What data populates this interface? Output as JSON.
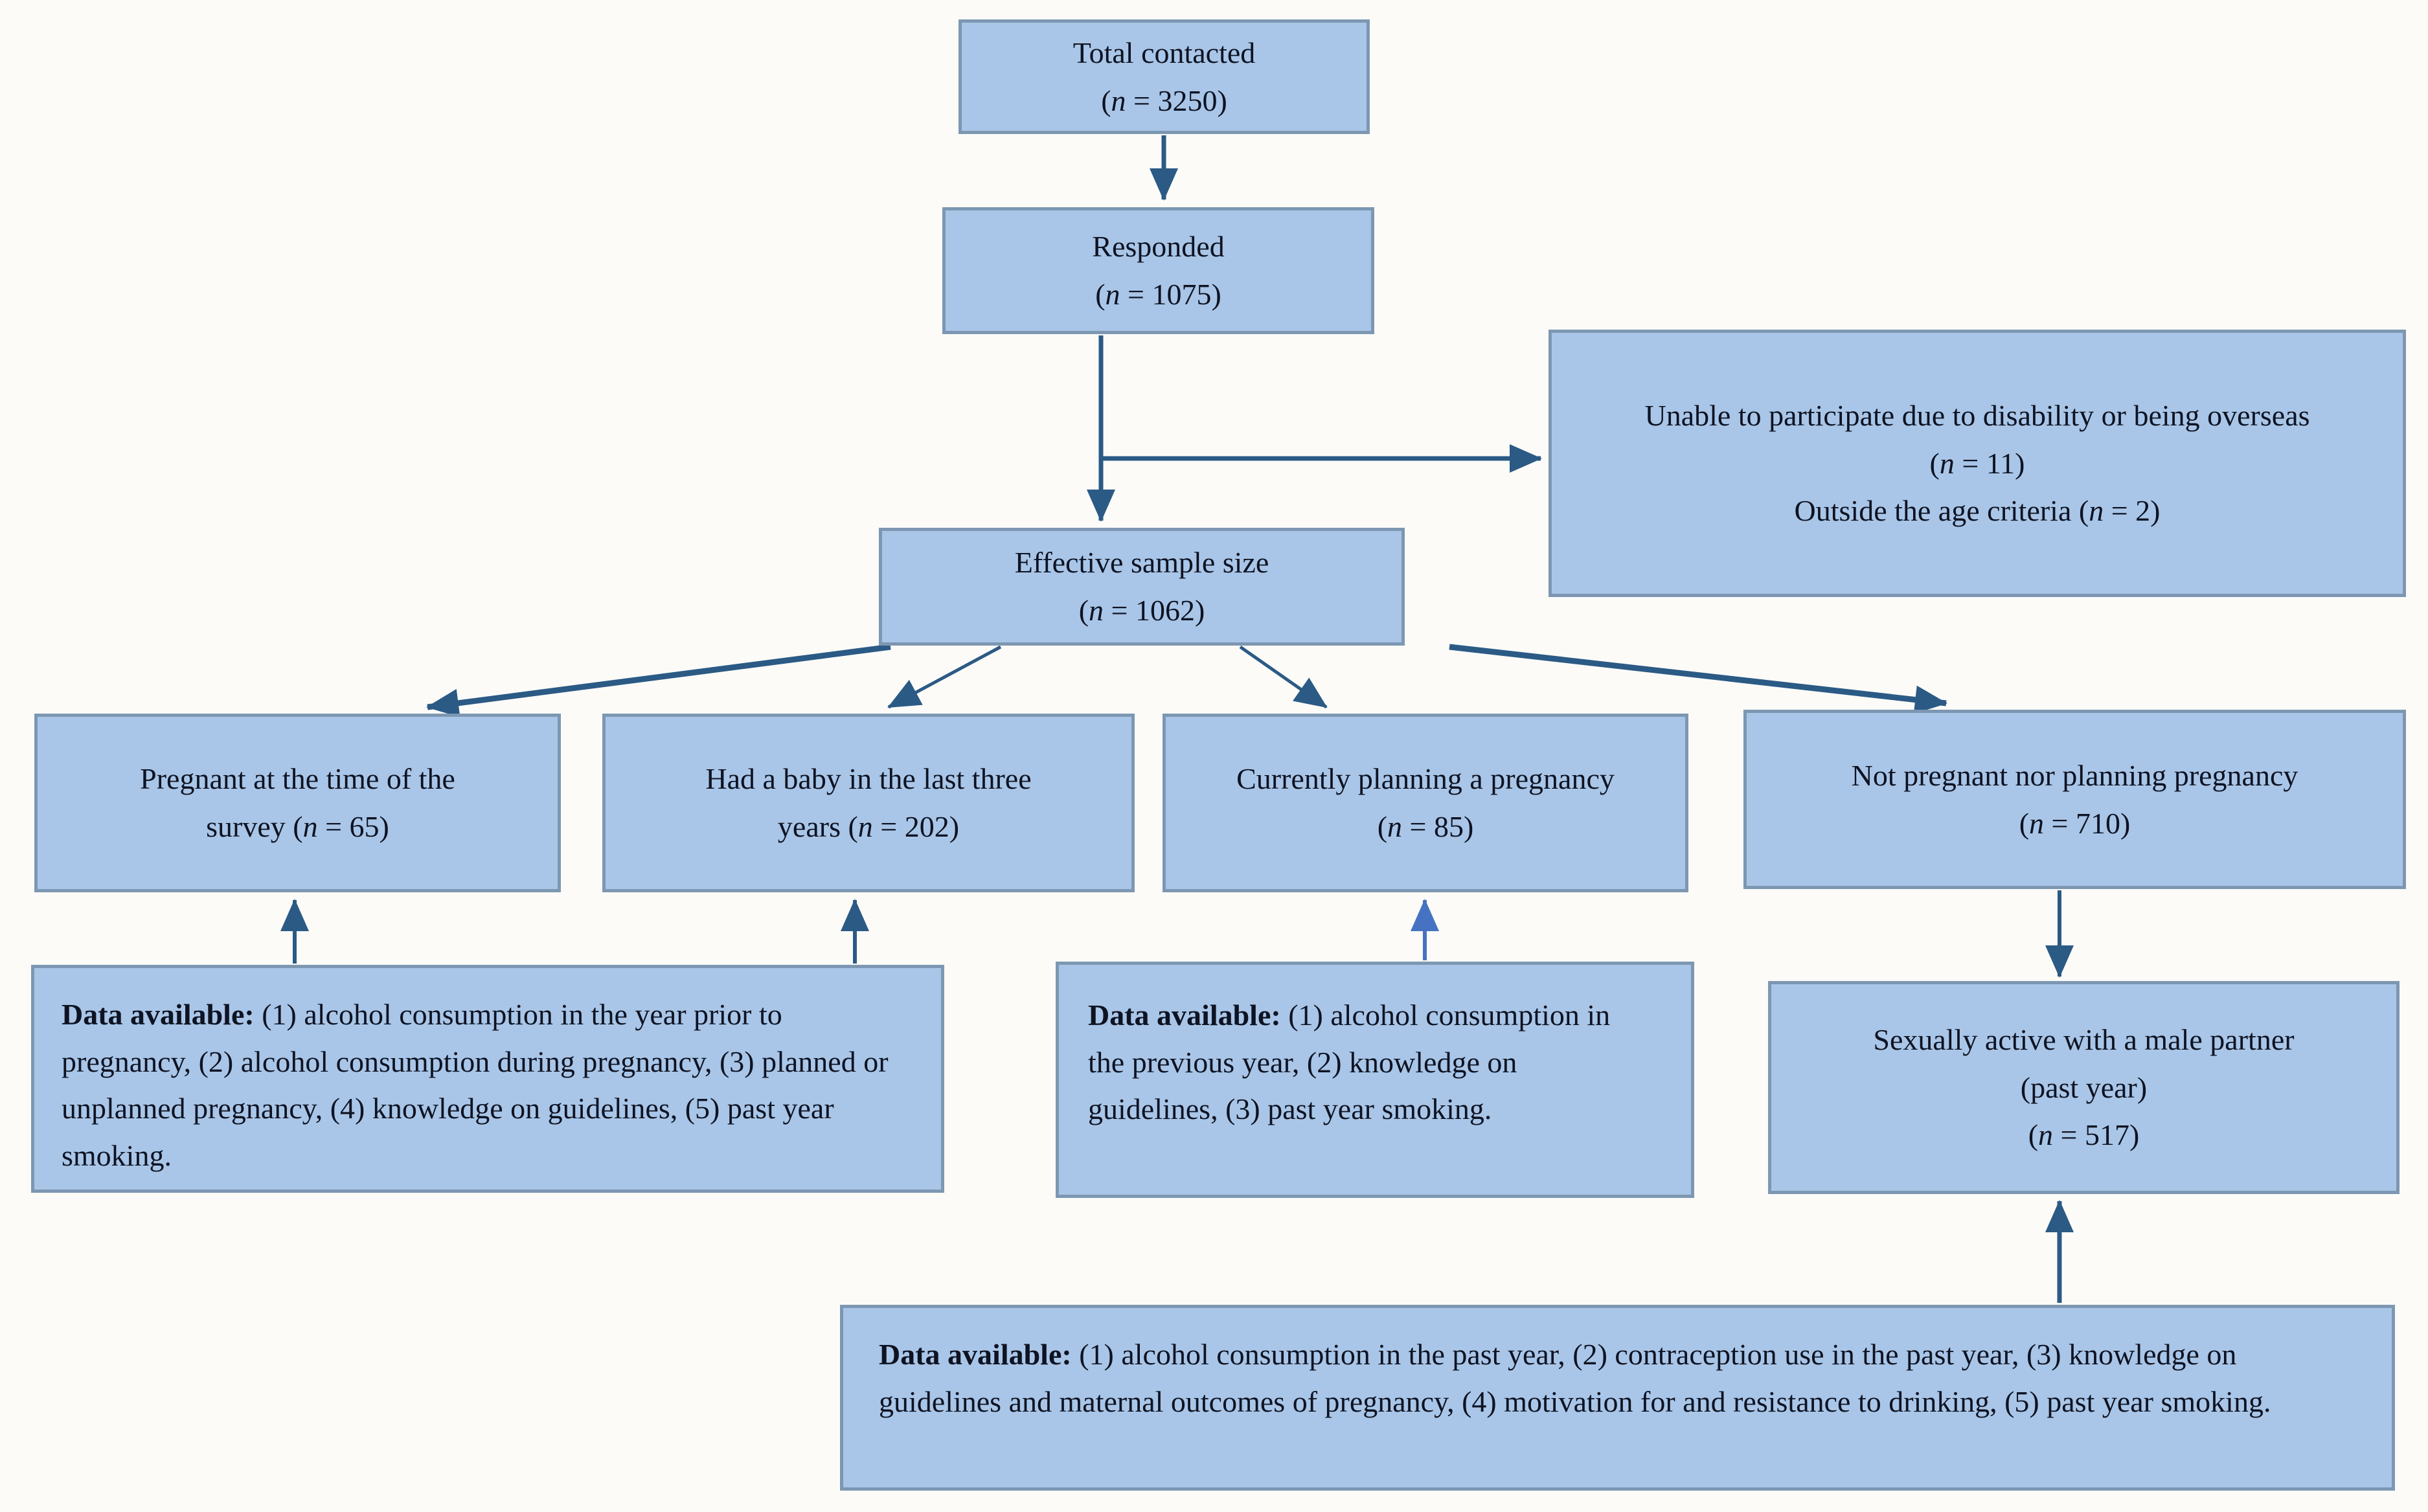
{
  "figure": {
    "description": "Participant flow diagram of survey recruitment and data availability",
    "colors": {
      "bg": "#fcfbf8",
      "box_fill": "#a9c6e8",
      "box_border": "#7d97b2",
      "arrow_dark": "#2b5a85",
      "arrow_light": "#4672c2",
      "text": "#0e1322"
    }
  },
  "boxes": {
    "total_contacted": {
      "content": [
        [
          {
            "t": "Total contacted"
          }
        ],
        [
          {
            "t": "("
          },
          {
            "t": "n",
            "i": true
          },
          {
            "t": " = 3250)"
          }
        ]
      ]
    },
    "responded": {
      "content": [
        [
          {
            "t": "Responded"
          }
        ],
        [
          {
            "t": "("
          },
          {
            "t": "n",
            "i": true
          },
          {
            "t": " = 1075)"
          }
        ]
      ]
    },
    "unable_to_participate": {
      "content": [
        [
          {
            "t": "Unable to participate due to disability or being overseas"
          }
        ],
        [
          {
            "t": "("
          },
          {
            "t": "n",
            "i": true
          },
          {
            "t": " = 11)"
          }
        ],
        [
          {
            "t": "Outside the age criteria ("
          },
          {
            "t": "n",
            "i": true
          },
          {
            "t": " = 2)"
          }
        ]
      ]
    },
    "effective_sample_size": {
      "content": [
        [
          {
            "t": "Effective sample size"
          }
        ],
        [
          {
            "t": "("
          },
          {
            "t": "n",
            "i": true
          },
          {
            "t": " = 1062)"
          }
        ]
      ]
    },
    "pregnant_at_survey": {
      "content": [
        [
          {
            "t": "Pregnant at the time of the"
          }
        ],
        [
          {
            "t": "survey ("
          },
          {
            "t": "n",
            "i": true
          },
          {
            "t": " = 65)"
          }
        ]
      ]
    },
    "had_baby_last_three_years": {
      "content": [
        [
          {
            "t": "Had a baby in the last three"
          }
        ],
        [
          {
            "t": "years ("
          },
          {
            "t": "n",
            "i": true
          },
          {
            "t": " = 202)"
          }
        ]
      ]
    },
    "currently_planning_pregnancy": {
      "content": [
        [
          {
            "t": "Currently planning a pregnancy"
          }
        ],
        [
          {
            "t": "("
          },
          {
            "t": "n",
            "i": true
          },
          {
            "t": " = 85)"
          }
        ]
      ]
    },
    "not_pregnant_nor_planning": {
      "content": [
        [
          {
            "t": "Not pregnant nor planning pregnancy"
          }
        ],
        [
          {
            "t": "("
          },
          {
            "t": "n",
            "i": true
          },
          {
            "t": " = 710)"
          }
        ]
      ]
    },
    "sexually_active": {
      "content": [
        [
          {
            "t": "Sexually active with a male partner"
          }
        ],
        [
          {
            "t": "(past year)"
          }
        ],
        [
          {
            "t": "("
          },
          {
            "t": "n",
            "i": true
          },
          {
            "t": " = 517)"
          }
        ]
      ]
    },
    "data_pregnant_and_baby": {
      "content": [
        [
          {
            "t": "Data available:",
            "b": true
          },
          {
            "t": " (1) alcohol consumption in the year prior to pregnancy, (2) alcohol consumption during pregnancy, (3) planned or unplanned pregnancy, (4) knowledge on guidelines, (5) past year smoking."
          }
        ]
      ]
    },
    "data_planning": {
      "content": [
        [
          {
            "t": "Data available:",
            "b": true
          },
          {
            "t": " (1) alcohol consumption in the previous year, (2) knowledge on guidelines, (3) past year smoking."
          }
        ]
      ]
    },
    "data_sexually_active": {
      "content": [
        [
          {
            "t": "Data available:",
            "b": true
          },
          {
            "t": " (1) alcohol consumption in the past year, (2) contraception use in the past year, (3) knowledge on guidelines and maternal outcomes of pregnancy, (4) motivation for and resistance to drinking, (5) past year smoking."
          }
        ]
      ]
    }
  },
  "edges": [
    {
      "from": "total_contacted",
      "to": "responded"
    },
    {
      "from": "responded",
      "to": "unable_to_participate"
    },
    {
      "from": "responded",
      "to": "effective_sample_size"
    },
    {
      "from": "effective_sample_size",
      "to": "pregnant_at_survey"
    },
    {
      "from": "effective_sample_size",
      "to": "had_baby_last_three_years"
    },
    {
      "from": "effective_sample_size",
      "to": "currently_planning_pregnancy"
    },
    {
      "from": "effective_sample_size",
      "to": "not_pregnant_nor_planning"
    },
    {
      "from": "data_pregnant_and_baby",
      "to": "pregnant_at_survey"
    },
    {
      "from": "data_pregnant_and_baby",
      "to": "had_baby_last_three_years"
    },
    {
      "from": "data_planning",
      "to": "currently_planning_pregnancy"
    },
    {
      "from": "not_pregnant_nor_planning",
      "to": "sexually_active"
    },
    {
      "from": "data_sexually_active",
      "to": "sexually_active"
    }
  ]
}
